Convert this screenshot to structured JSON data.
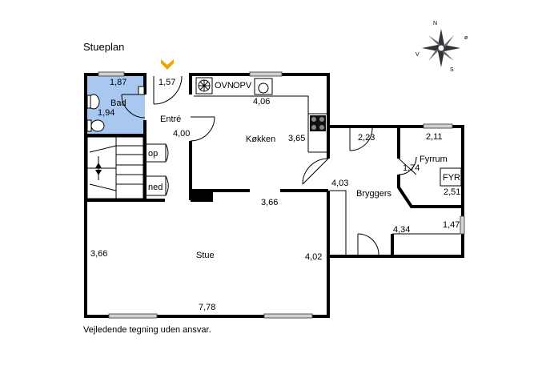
{
  "plan": {
    "title": "Stueplan",
    "disclaimer": "Vejledende tegning uden ansvar."
  },
  "rooms": {
    "bad": "Bad",
    "entre": "Entré",
    "kokken": "Køkken",
    "bryggers": "Bryggers",
    "fyrrum": "Fyrrum",
    "stue": "Stue",
    "fyr": "FYR"
  },
  "fixtures": {
    "ovn": "OVN",
    "opv": "OPV",
    "stair_up": "op",
    "stair_down": "ned"
  },
  "dimensions": {
    "bad_width": "1,87",
    "bad_depth": "1,94",
    "entre_width": "1,57",
    "entre_depth": "4,00",
    "kokken_width": "4,06",
    "kokken_depth": "3,65",
    "stue_top": "3,66",
    "stue_left": "3,66",
    "stue_right": "4,02",
    "stue_bottom": "7,78",
    "bryggers_a": "2,23",
    "bryggers_b": "4,03",
    "bryggers_c": "4,34",
    "bryggers_d": "1,47",
    "fyrrum_a": "2,11",
    "fyrrum_b": "1,74",
    "fyrrum_c": "2,51"
  },
  "compass": {
    "n": "N",
    "s": "S",
    "v": "V",
    "o": "ø"
  },
  "colors": {
    "bathroom": "#a9c8f0",
    "entrance_marker": "#f0a500",
    "wall": "#000000",
    "window": "#cfd3d6"
  }
}
